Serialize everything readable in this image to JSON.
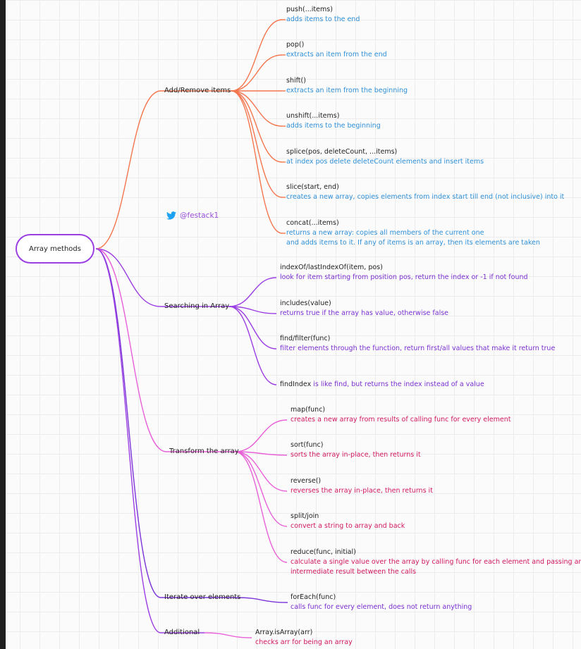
{
  "root": "Array methods",
  "twitter": {
    "handle": "@festack1",
    "icon": "twitter-bird-icon",
    "color": "#1da1f2"
  },
  "colors": {
    "orange": "#f4764f",
    "purple": "#9b3fe3",
    "violet": "#7b35d8",
    "pink": "#e860d8"
  },
  "branches": [
    {
      "label": "Add/Remove items",
      "items": [
        {
          "title": "push(...items)",
          "desc": [
            "adds items to the end"
          ]
        },
        {
          "title": "pop()",
          "desc": [
            "extracts an item from the end"
          ]
        },
        {
          "title": "shift()",
          "desc": [
            "extracts an item from the beginning"
          ]
        },
        {
          "title": "unshift(...items)",
          "desc": [
            "adds items to the beginning"
          ]
        },
        {
          "title": "splice(pos, deleteCount, ...items)",
          "desc": [
            "at index pos delete deleteCount elements and insert items"
          ]
        },
        {
          "title": "slice(start, end)",
          "desc": [
            "creates a new array, copies elements from index start till end (not inclusive) into it"
          ]
        },
        {
          "title": "concat(...items)",
          "desc": [
            "returns a new array: copies all members of the current one",
            "and adds items to it. If any of items is an array, then its elements are taken"
          ]
        }
      ]
    },
    {
      "label": "Searching in Array",
      "items": [
        {
          "title": "indexOf/lastIndexOf(item, pos)",
          "desc": [
            "look for item starting from position pos, return the index or -1 if not found"
          ]
        },
        {
          "title": "includes(value)",
          "desc": [
            "returns true if the array has value, otherwise false"
          ]
        },
        {
          "title": "find/filter(func)",
          "desc": [
            "filter elements through the function, return first/all values that make it return true"
          ]
        },
        {
          "title": "findIndex",
          "inline": " is like find, but returns the index instead of a value",
          "desc": []
        }
      ]
    },
    {
      "label": "Transform the array",
      "items": [
        {
          "title": "map(func)",
          "desc": [
            "creates a new array from results of calling func for every element"
          ]
        },
        {
          "title": "sort(func)",
          "desc": [
            "sorts the array in-place, then returns it"
          ]
        },
        {
          "title": "reverse()",
          "desc": [
            "reverses the array in-place, then returns it"
          ]
        },
        {
          "title": "split/join",
          "desc": [
            "convert a string to array and back"
          ]
        },
        {
          "title": "reduce(func, initial)",
          "desc": [
            "calculate a single value over the array by calling func for each element and passing an",
            "intermediate result between the calls"
          ]
        }
      ]
    },
    {
      "label": "Iterate over elements",
      "items": [
        {
          "title": "forEach(func)",
          "desc": [
            "calls func for every element, does not return anything"
          ]
        }
      ]
    },
    {
      "label": "Additional",
      "items": [
        {
          "title": "Array.isArray(arr)",
          "desc": [
            "checks arr for being an array"
          ]
        }
      ]
    }
  ]
}
